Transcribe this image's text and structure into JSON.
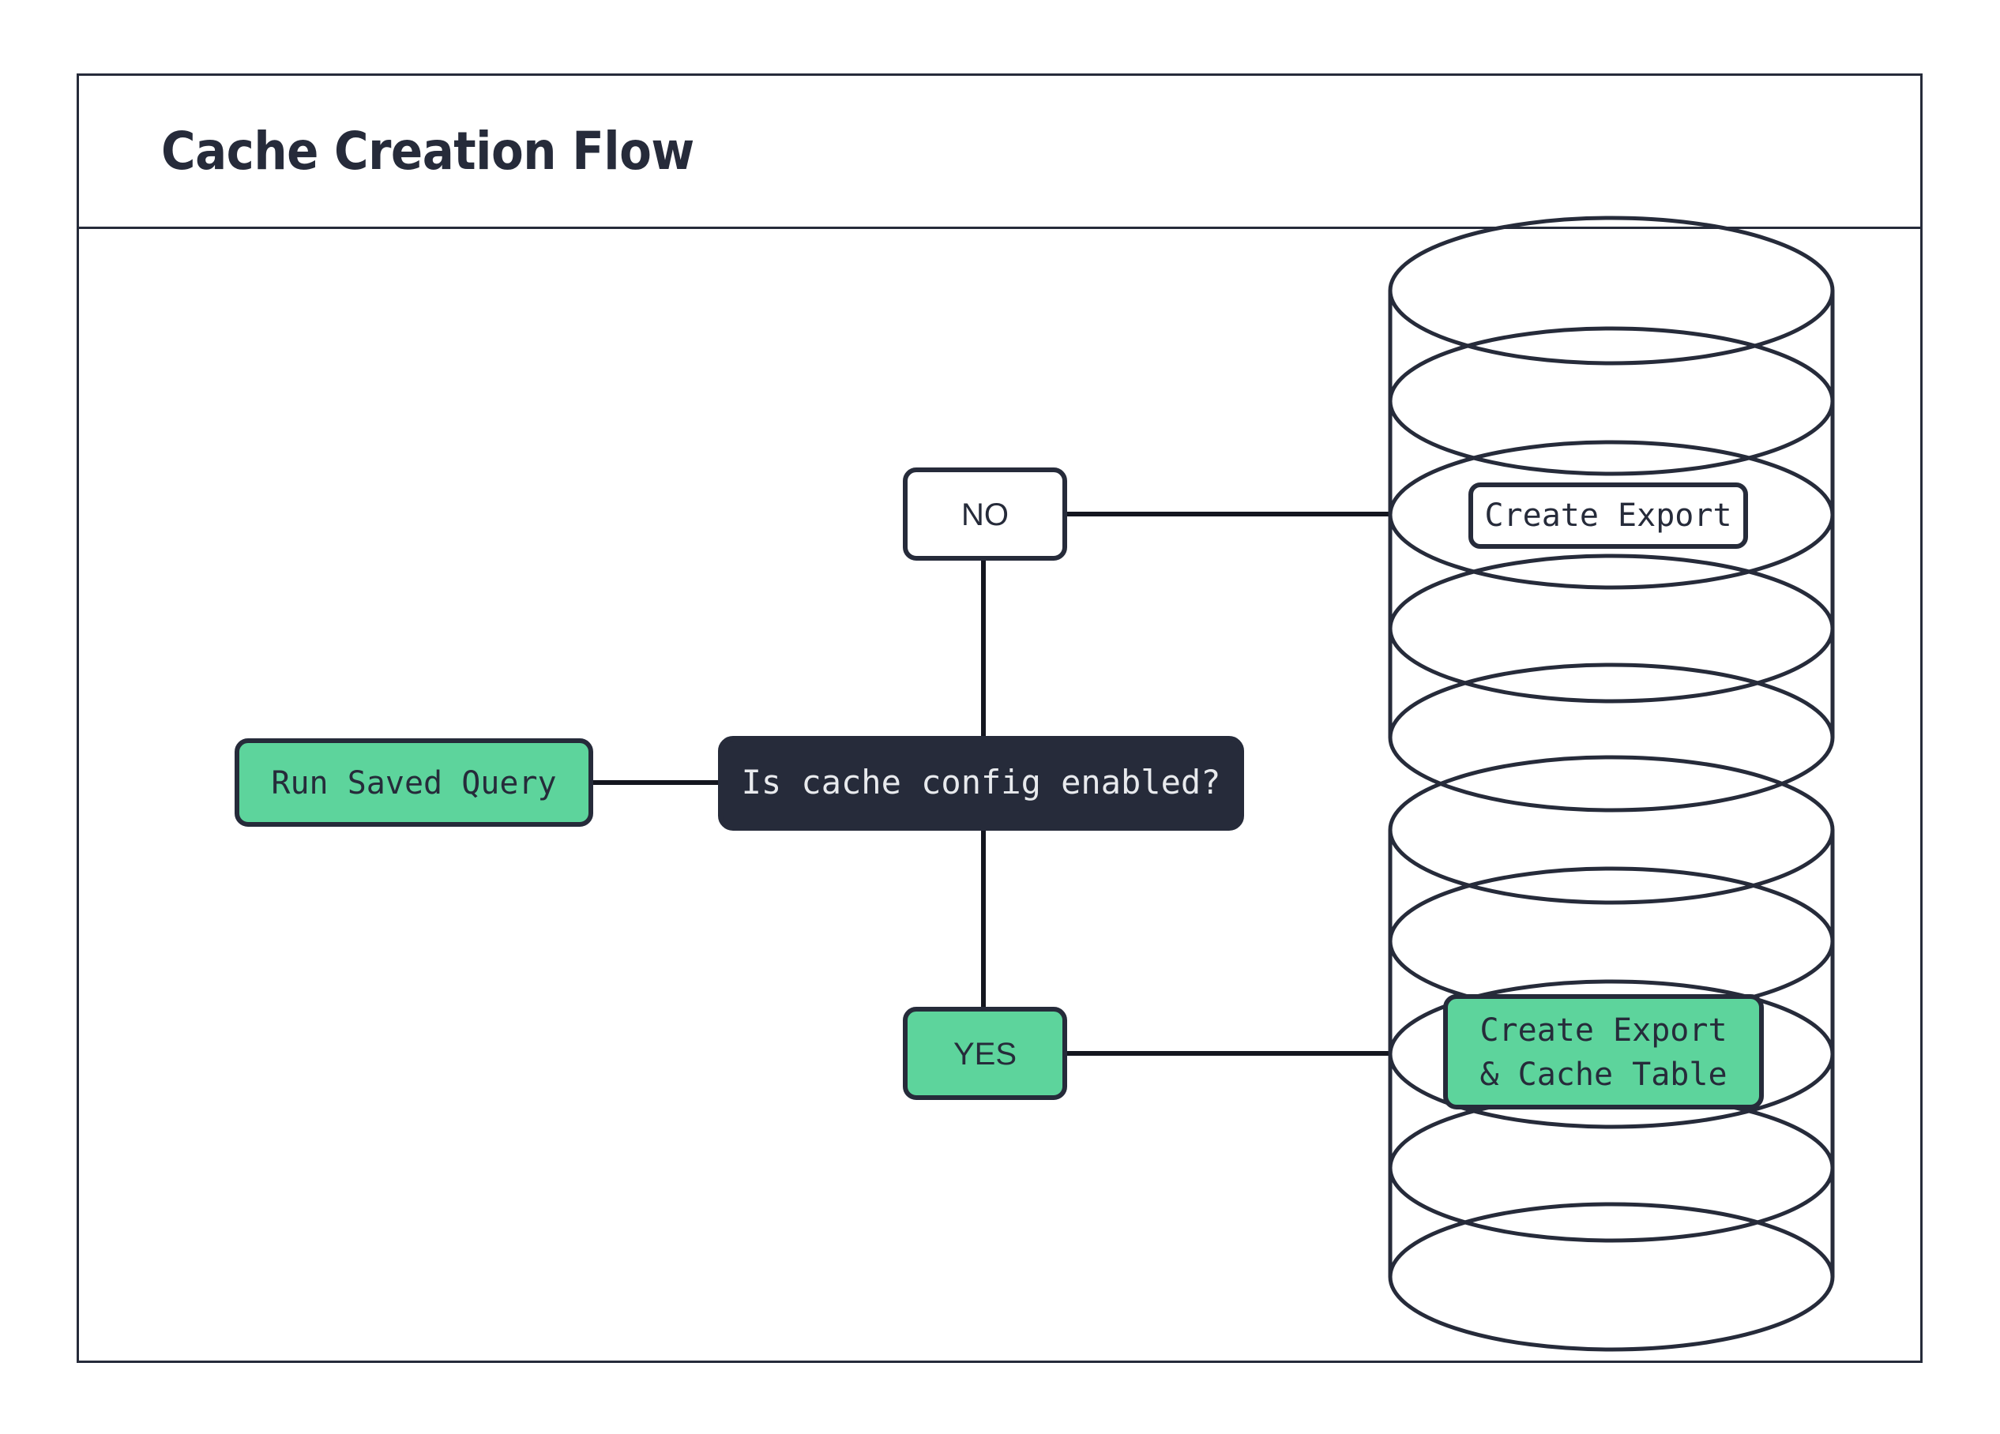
{
  "diagram": {
    "title": "Cache Creation Flow",
    "type": "flowchart",
    "colors": {
      "accent_green": "#5dd49c",
      "dark_navy": "#262b3a",
      "line": "#14161f",
      "white": "#ffffff",
      "light_text": "#e8eaed"
    },
    "nodes": [
      {
        "id": "run-saved-query",
        "label": "Run Saved Query",
        "shape": "rounded-rect",
        "fill": "accent_green",
        "font": "mono"
      },
      {
        "id": "decision",
        "label": "Is cache config enabled?",
        "shape": "rounded-rect",
        "fill": "dark_navy",
        "font": "mono"
      },
      {
        "id": "branch-no",
        "label": "NO",
        "shape": "rounded-rect",
        "fill": "white",
        "font": "sans"
      },
      {
        "id": "branch-yes",
        "label": "YES",
        "shape": "rounded-rect",
        "fill": "accent_green",
        "font": "sans"
      },
      {
        "id": "database-export",
        "label": "Create Export",
        "shape": "database-cylinder",
        "fill": "white",
        "font": "mono"
      },
      {
        "id": "database-export-cache",
        "label": "Create Export\n& Cache Table",
        "label_line1": "Create Export",
        "label_line2": "& Cache Table",
        "shape": "database-cylinder",
        "fill": "accent_green",
        "font": "mono"
      }
    ],
    "edges": [
      {
        "from": "run-saved-query",
        "to": "decision",
        "label": ""
      },
      {
        "from": "decision",
        "to": "branch-no",
        "label": ""
      },
      {
        "from": "branch-no",
        "to": "database-export",
        "label": ""
      },
      {
        "from": "decision",
        "to": "branch-yes",
        "label": ""
      },
      {
        "from": "branch-yes",
        "to": "database-export-cache",
        "label": ""
      }
    ]
  }
}
